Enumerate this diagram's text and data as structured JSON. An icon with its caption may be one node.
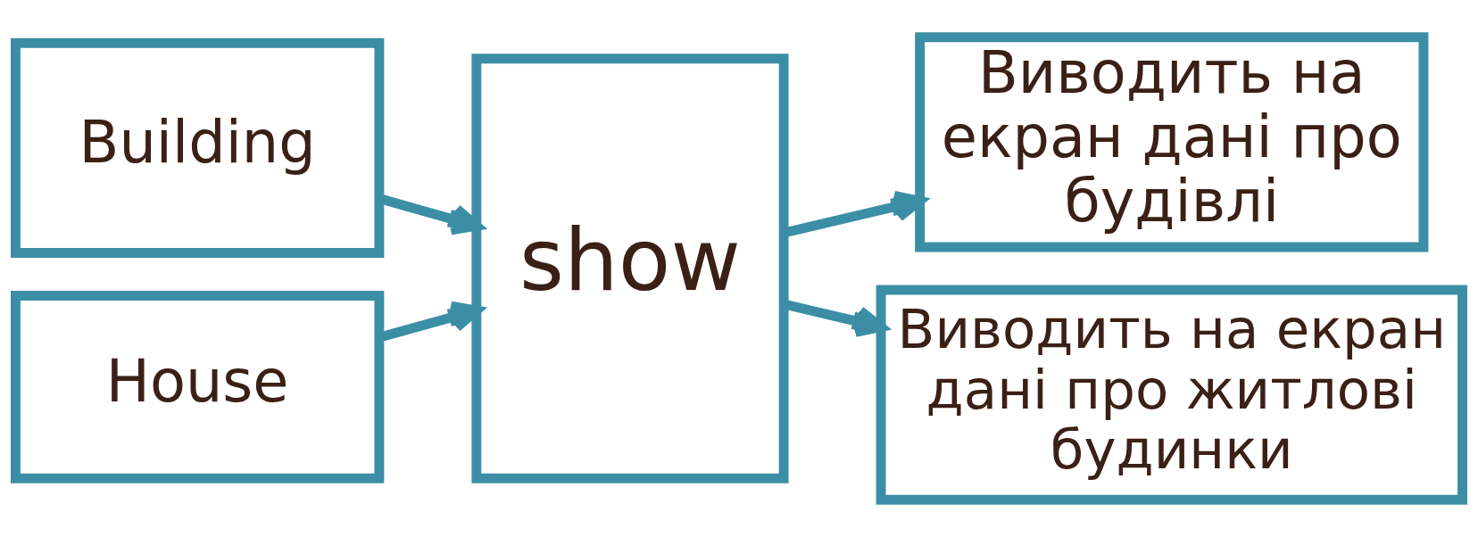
{
  "diagram": {
    "nodes": [
      {
        "text": [
          "Building"
        ]
      },
      {
        "text": [
          "House"
        ]
      },
      {
        "text": [
          "show"
        ]
      },
      {
        "text": [
          "Виводить на екран дані про будівлі"
        ]
      },
      {
        "text": [
          "Виводить на екран дані про житлові будинки"
        ]
      }
    ],
    "edges": [
      {
        "from": 0,
        "to": 2,
        "arrow": "to"
      },
      {
        "from": 1,
        "to": 2,
        "arrow": "to"
      },
      {
        "from": 2,
        "to": 3,
        "arrow": "to"
      },
      {
        "from": 2,
        "to": 4,
        "arrow": "to"
      }
    ]
  }
}
